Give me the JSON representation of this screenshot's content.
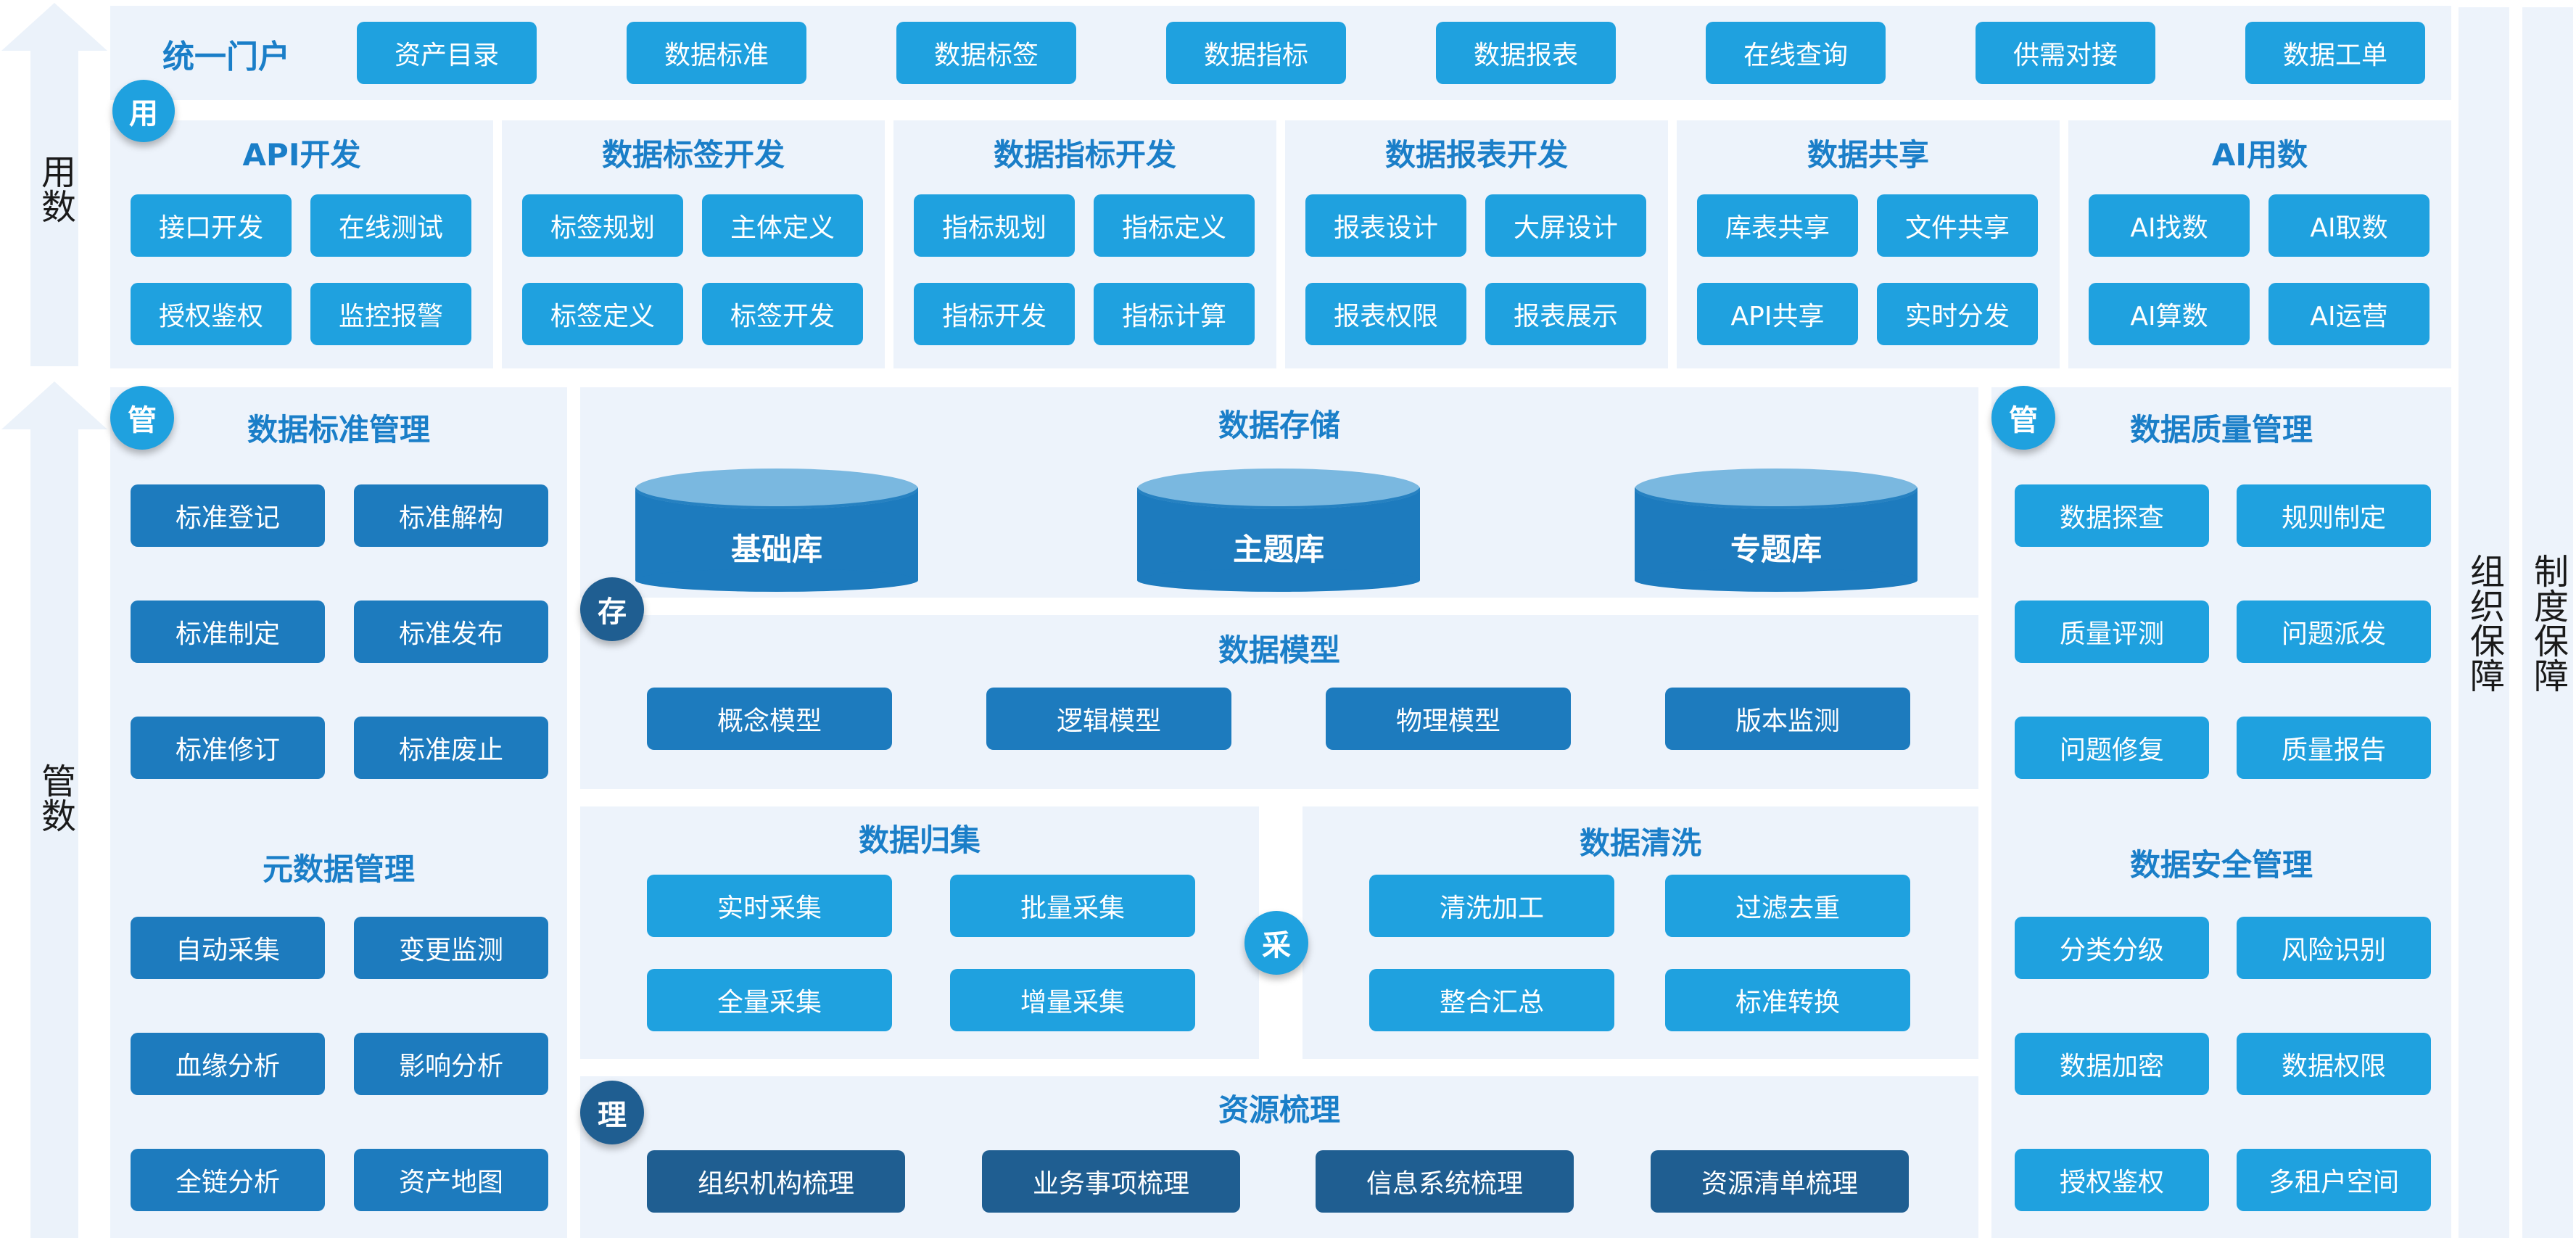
{
  "left_labels": {
    "use": "用数",
    "manage": "管数"
  },
  "right_labels": {
    "org": "组织保障",
    "system": "制度保障"
  },
  "portal": {
    "title": "统一门户",
    "items": [
      "资产目录",
      "数据标准",
      "数据标签",
      "数据指标",
      "数据报表",
      "在线查询",
      "供需对接",
      "数据工单"
    ]
  },
  "badges": {
    "use": "用",
    "manage_left": "管",
    "manage_right": "管",
    "store": "存",
    "collect": "采",
    "sort": "理"
  },
  "use_modules": [
    {
      "title": "API开发",
      "items": [
        "接口开发",
        "在线测试",
        "授权鉴权",
        "监控报警"
      ]
    },
    {
      "title": "数据标签开发",
      "items": [
        "标签规划",
        "主体定义",
        "标签定义",
        "标签开发"
      ]
    },
    {
      "title": "数据指标开发",
      "items": [
        "指标规划",
        "指标定义",
        "指标开发",
        "指标计算"
      ]
    },
    {
      "title": "数据报表开发",
      "items": [
        "报表设计",
        "大屏设计",
        "报表权限",
        "报表展示"
      ]
    },
    {
      "title": "数据共享",
      "items": [
        "库表共享",
        "文件共享",
        "API共享",
        "实时分发"
      ]
    },
    {
      "title": "AI用数",
      "items": [
        "AI找数",
        "AI取数",
        "AI算数",
        "AI运营"
      ]
    }
  ],
  "standard_mgmt": {
    "title": "数据标准管理",
    "items": [
      "标准登记",
      "标准解构",
      "标准制定",
      "标准发布",
      "标准修订",
      "标准废止"
    ]
  },
  "metadata_mgmt": {
    "title": "元数据管理",
    "items": [
      "自动采集",
      "变更监测",
      "血缘分析",
      "影响分析",
      "全链分析",
      "资产地图"
    ]
  },
  "storage": {
    "title": "数据存储",
    "items": [
      "基础库",
      "主题库",
      "专题库"
    ]
  },
  "model": {
    "title": "数据模型",
    "items": [
      "概念模型",
      "逻辑模型",
      "物理模型",
      "版本监测"
    ]
  },
  "collection": {
    "title": "数据归集",
    "items": [
      "实时采集",
      "批量采集",
      "全量采集",
      "增量采集"
    ]
  },
  "cleansing": {
    "title": "数据清洗",
    "items": [
      "清洗加工",
      "过滤去重",
      "整合汇总",
      "标准转换"
    ]
  },
  "resource": {
    "title": "资源梳理",
    "items": [
      "组织机构梳理",
      "业务事项梳理",
      "信息系统梳理",
      "资源清单梳理"
    ]
  },
  "quality_mgmt": {
    "title": "数据质量管理",
    "items": [
      "数据探查",
      "规则制定",
      "质量评测",
      "问题派发",
      "问题修复",
      "质量报告"
    ]
  },
  "security_mgmt": {
    "title": "数据安全管理",
    "items": [
      "分类分级",
      "风险识别",
      "数据加密",
      "数据权限",
      "授权鉴权",
      "多租户空间"
    ]
  },
  "colors": {
    "accent": "#1fa1df",
    "accent_dark": "#1d7bbe",
    "navy": "#1f5e91",
    "panel": "#edf3fb",
    "title": "#1a7ec8"
  }
}
